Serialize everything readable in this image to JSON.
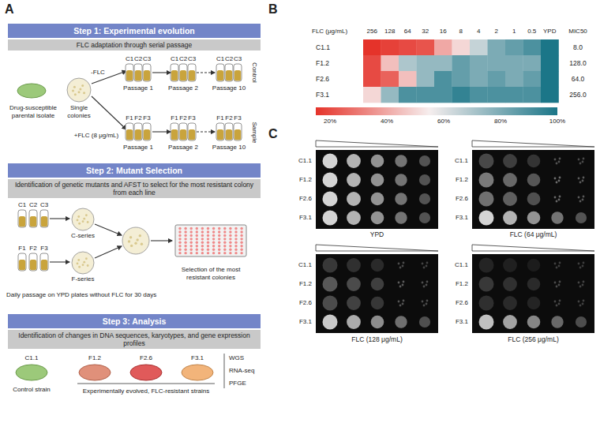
{
  "diagram": {
    "nodes": [
      {
        "text": [
          "Step 1: Experimental evolution"
        ]
      },
      {
        "text": [
          "FLC adaptation through serial passage"
        ]
      },
      {
        "text": [
          "Step 2: Mutant Selection"
        ]
      },
      {
        "text": [
          "Identification of genetic mutants and AFST to select for the most resistant colony from each line"
        ]
      },
      {
        "text": [
          "Step 3: Analysis"
        ]
      },
      {
        "text": [
          "Identification of changes in DNA sequences, karyotypes, and gene expression profiles"
        ]
      }
    ],
    "labels": [
      "A",
      "Drug-susceptible parental isolate",
      "Single colonies",
      "-FLC",
      "+FLC (8 μg/mL)",
      "C1",
      "C2",
      "C3",
      "C1",
      "C2",
      "C3",
      "C1",
      "C2",
      "C3",
      "Passage 1",
      "Passage 2",
      "Passage 10",
      "Control",
      "F1",
      "F2",
      "F3",
      "F1",
      "F2",
      "F3",
      "F1",
      "F2",
      "F3",
      "Passage 1",
      "Passage 2",
      "Passage 10",
      "Sample",
      "C1",
      "C2",
      "C3",
      "F1",
      "F2",
      "F3",
      "C-series",
      "F-series",
      "Selection of the most resistant colonies",
      "Daily passage on YPD plates without FLC for 30 days",
      "C1.1",
      "F1.2",
      "F2.6",
      "F3.1",
      "Control strain",
      "Experimentally evolved, FLC-resistant strains",
      "WGS",
      "RNA-seq",
      "PFGE",
      "B",
      "FLC (μg/mL)",
      "256",
      "128",
      "64",
      "32",
      "16",
      "8",
      "4",
      "2",
      "1",
      "0.5",
      "YPD",
      "MIC50",
      "C1.1",
      "8.0",
      "F1.2",
      "128.0",
      "F2.6",
      "64.0",
      "F3.1",
      "256.0",
      "20%",
      "40%",
      "60%",
      "80%",
      "100%",
      "C",
      "C1.1",
      "F1.2",
      "F2.6",
      "F3.1",
      "C1.1",
      "F1.2",
      "F2.6",
      "F3.1",
      "YPD",
      "FLC (64 μg/mL)",
      "C1.1",
      "F1.2",
      "F2.6",
      "F3.1",
      "C1.1",
      "F1.2",
      "F2.6",
      "F3.1",
      "FLC (128 μg/mL)",
      "FLC (256 μg/mL)"
    ]
  }
}
